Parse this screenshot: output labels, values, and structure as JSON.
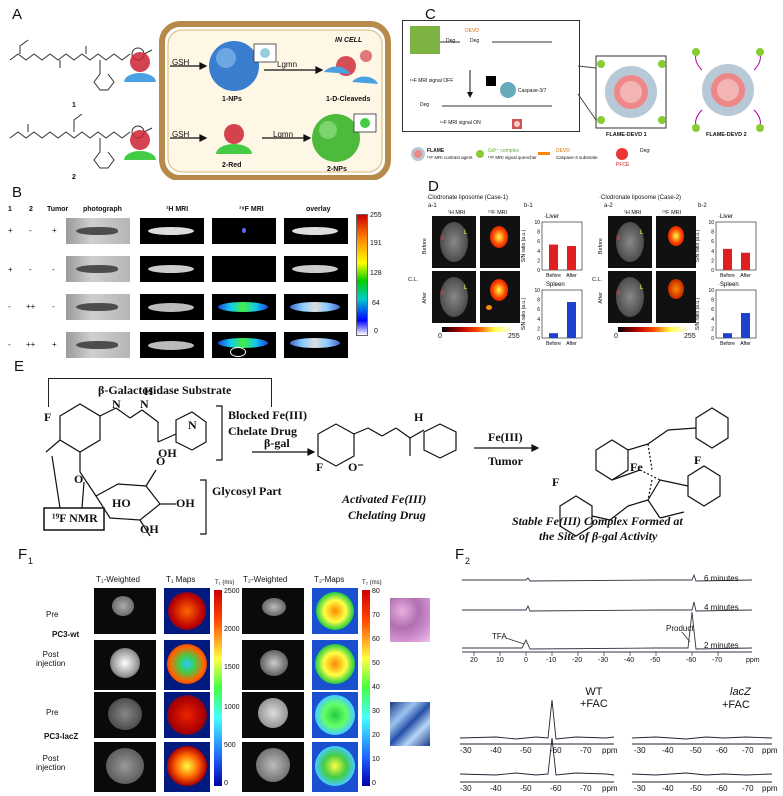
{
  "panel_labels": {
    "A": "A",
    "B": "B",
    "C": "C",
    "D": "D",
    "E": "E",
    "F1": "F",
    "F1_sub": "1",
    "F2": "F",
    "F2_sub": "2"
  },
  "panelA": {
    "in_cell": "IN CELL",
    "gsh": "GSH",
    "lgmn": "Lgmn",
    "np1": "1-NPs",
    "np1_cleaved": "1-D-Cleaveds",
    "red2": "2-Red",
    "np2": "2-NPs",
    "cmpd1": "1",
    "cmpd2": "2"
  },
  "panelB": {
    "headers": [
      "1",
      "2",
      "Tumor",
      "photograph",
      "¹H MRI",
      "¹⁹F MRI",
      "overlay"
    ],
    "rows": [
      [
        "+",
        "-",
        "+"
      ],
      [
        "+",
        "-",
        "-"
      ],
      [
        "-",
        "++",
        "-"
      ],
      [
        "-",
        "++",
        "+"
      ]
    ],
    "colorbar_ticks": [
      "255",
      "191",
      "128",
      "64",
      "0"
    ]
  },
  "panelC": {
    "deg1": "Deg",
    "devd": "DEVD",
    "deg2": "Deg",
    "mri_off": "¹⁹F MRI signal OFF",
    "caspase": "Caspase-3/7",
    "deg3": "Deg",
    "mri_on": "¹⁹F MRI signal ON",
    "flame1": "FLAME-DEVD 1",
    "flame2": "FLAME-DEVD 2",
    "legend_flame": "FLAME",
    "legend_flame_sub": "¹⁹F MRI contrast agent",
    "legend_gd": "Gd³⁺ complex",
    "legend_gd_sub": "¹⁹F MRI signal quencher",
    "legend_devd": "DEVD",
    "legend_devd_sub": "Caspase-3 substrate",
    "legend_pfce": "PFCE",
    "legend_deg": "Deg:"
  },
  "panelD": {
    "case1": "·Clodronate liposome (Case-1)",
    "case2": "·Clodronate liposome (Case-2)",
    "a1": "a-1",
    "b1": "b-1",
    "a2": "a-2",
    "b2": "b-2",
    "h_mri": "¹H MRI",
    "f_mri": "¹⁹F MRI",
    "before": "Before",
    "after": "After",
    "cl": "C.L.",
    "liver": "·Liver",
    "spleen": "·Spleen",
    "ylabel": "S/N ratio (a.u.)",
    "yticks": [
      "10",
      "8",
      "6",
      "4",
      "2",
      "0"
    ],
    "xcats": [
      "Before",
      "After"
    ],
    "scale_min": "0",
    "scale_max": "255",
    "label_S": "S",
    "label_L": "L"
  },
  "chart_data": [
    {
      "type": "bar",
      "title": "·Liver",
      "group": "b-1",
      "categories": [
        "Before",
        "After"
      ],
      "values": [
        5.3,
        5.0
      ],
      "ylabel": "S/N ratio (a.u.)",
      "ylim": [
        0,
        10
      ],
      "color": "#e02020"
    },
    {
      "type": "bar",
      "title": "·Spleen",
      "group": "b-1",
      "categories": [
        "Before",
        "After"
      ],
      "values": [
        1.0,
        7.5
      ],
      "ylabel": "S/N ratio (a.u.)",
      "ylim": [
        0,
        10
      ],
      "color": "#2040d0"
    },
    {
      "type": "bar",
      "title": "·Liver",
      "group": "b-2",
      "categories": [
        "Before",
        "After"
      ],
      "values": [
        4.4,
        3.6
      ],
      "ylabel": "S/N ratio (a.u.)",
      "ylim": [
        0,
        10
      ],
      "color": "#e02020"
    },
    {
      "type": "bar",
      "title": "·Spleen",
      "group": "b-2",
      "categories": [
        "Before",
        "After"
      ],
      "values": [
        1.0,
        5.2
      ],
      "ylabel": "S/N ratio (a.u.)",
      "ylim": [
        0,
        10
      ],
      "color": "#2040d0"
    }
  ],
  "panelE": {
    "substrate": "β-Galactosidase Substrate",
    "blocked": "Blocked Fe(III)",
    "blocked2": "Chelate Drug",
    "glycosyl": "Glycosyl Part",
    "nmr": "¹⁹F NMR",
    "bgal": "β-gal",
    "activated": "Activated Fe(III)",
    "activated2": "Chelating Drug",
    "fe3": "Fe(III)",
    "tumor": "Tumor",
    "stable": "Stable Fe(III) Complex Formed at",
    "stable2": "the Site of  β-gal Activity",
    "atoms": {
      "F": "F",
      "O": "O",
      "N": "N",
      "H": "H",
      "OH": "OH",
      "HO": "HO",
      "Fe": "Fe",
      "Ominus": "O⁻"
    }
  },
  "panelF1": {
    "cols": [
      "T₁-Weighted",
      "T₁ Maps",
      "T₁ (ms)",
      "T₂-Weighted",
      "T₂-Maps",
      "T₂ (ms)"
    ],
    "rows": [
      "Pre",
      "Post\ninjection",
      "Pre",
      "Post\ninjection"
    ],
    "groups": [
      "PC3-wt",
      "PC3-lacZ"
    ],
    "t1_ticks": [
      "2500",
      "2000",
      "1500",
      "1000",
      "500",
      "0"
    ],
    "t2_ticks": [
      "80",
      "70",
      "60",
      "50",
      "40",
      "30",
      "20",
      "10",
      "0"
    ]
  },
  "panelF2": {
    "times": [
      "6 minutes",
      "4 minutes",
      "2 minutes"
    ],
    "tfa": "TFA",
    "product": "Product",
    "xticks": [
      "20",
      "10",
      "0",
      "-10",
      "-20",
      "-30",
      "-40",
      "-50",
      "-60",
      "-70"
    ],
    "ppm": "ppm",
    "wt": "WT\n+FAC",
    "lacz": "lacZ",
    "lacz2": "+FAC",
    "sub_ticks": [
      "-30",
      "-40",
      "-50",
      "-60",
      "-70"
    ]
  }
}
